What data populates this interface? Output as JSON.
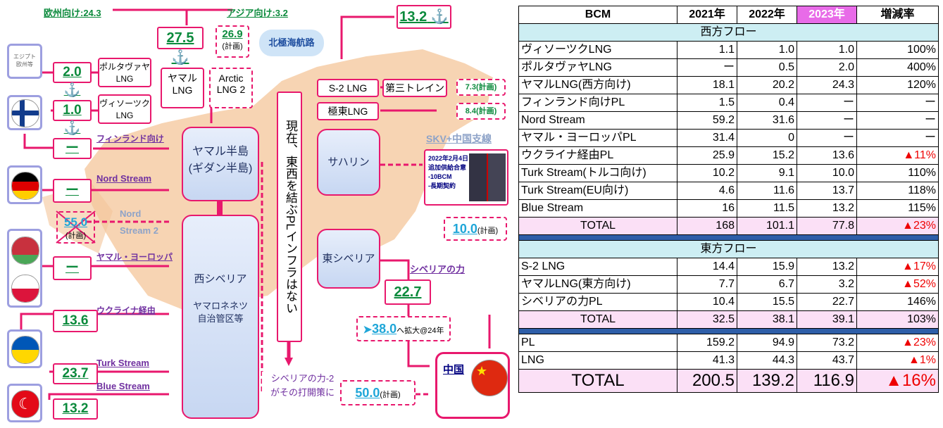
{
  "diagram": {
    "europe_label": "欧州向け:24.3",
    "asia_label": "アジア向け:3.2",
    "yamal_total": "27.5",
    "arctic_plan": "26.9",
    "plan_word": "(計画)",
    "northsea_route": "北極海航路",
    "yamal_lng": "ヤマル\nLNG",
    "arctic_lng2": "Arctic\nLNG 2",
    "egypt_label": "エジプト\n欧州等",
    "portovaya_val": "2.0",
    "portovaya_lng": "ポルタヴァヤ\nLNG",
    "vysotsk_val": "1.0",
    "vysotsk_lng": "ヴィソーツク\nLNG",
    "finland_label": "フィンランド向け",
    "finland_val": "ー",
    "nordstream_label": "Nord Stream",
    "nordstream_val": "ー",
    "nord2_label": "Nord\nStream 2",
    "nord2_val": "55.0",
    "yamal_europe_label": "ヤマル・ヨーロッパ",
    "yamal_europe_val": "ー",
    "ukraine_label": "ウクライナ経由",
    "ukraine_val": "13.6",
    "turk_label": "Turk Stream",
    "turk_val": "23.7",
    "blue_label": "Blue Stream",
    "blue_val": "13.2",
    "yamal_peninsula": "ヤマル半島\n(ギダン半島)",
    "west_siberia": "西シベリア",
    "west_siberia_sub": "ヤマロネネツ\n自治管区等",
    "vertical_note": "現在、東西を結ぶPLインフラはない",
    "power_siberia2": "シベリアの力-2\nがその打開策に",
    "ps2_val": "50.0",
    "s2_total": "13.2",
    "s2_lng": "S-2 LNG",
    "far_east_lng": "極東LNG",
    "third_train": "第三トレイン",
    "third_train_plan": "7.3(計画)",
    "far_east_plan": "8.4(計画)",
    "sakhalin": "サハリン",
    "skv_label": "SKV+中国支線",
    "agreement": "2022年2月4日\n追加供給合意\n-10BCM\n-長期契約",
    "skv_val": "10.0",
    "east_siberia": "東シベリア",
    "power_siberia": "シベリアの力",
    "ps_val": "22.7",
    "ps_expand_val": "38.0",
    "ps_expand_note": "へ拡大@24年",
    "china": "中国"
  },
  "table": {
    "headers": [
      "BCM",
      "2021年",
      "2022年",
      "2023年",
      "増減率"
    ],
    "west_title": "西方フロー",
    "west_rows": [
      [
        "ヴィソーツクLNG",
        "1.1",
        "1.0",
        "1.0",
        "100%"
      ],
      [
        "ポルタヴァヤLNG",
        "ー",
        "0.5",
        "2.0",
        "400%"
      ],
      [
        "ヤマルLNG(西方向け)",
        "18.1",
        "20.2",
        "24.3",
        "120%"
      ],
      [
        "フィンランド向けPL",
        "1.5",
        "0.4",
        "ー",
        "ー"
      ],
      [
        "Nord Stream",
        "59.2",
        "31.6",
        "ー",
        "ー"
      ],
      [
        "ヤマル・ヨーロッパPL",
        "31.4",
        "0",
        "ー",
        "ー"
      ],
      [
        "ウクライナ経由PL",
        "25.9",
        "15.2",
        "13.6",
        "▲11%"
      ],
      [
        "Turk Stream(トルコ向け)",
        "10.2",
        "9.1",
        "10.0",
        "110%"
      ],
      [
        "Turk Stream(EU向け)",
        "4.6",
        "11.6",
        "13.7",
        "118%"
      ],
      [
        "Blue Stream",
        "16",
        "11.5",
        "13.2",
        "115%"
      ]
    ],
    "west_total": [
      "TOTAL",
      "168",
      "101.1",
      "77.8",
      "▲23%"
    ],
    "east_title": "東方フロー",
    "east_rows": [
      [
        "S-2 LNG",
        "14.4",
        "15.9",
        "13.2",
        "▲17%"
      ],
      [
        "ヤマルLNG(東方向け)",
        "7.7",
        "6.7",
        "3.2",
        "▲52%"
      ],
      [
        "シベリアの力PL",
        "10.4",
        "15.5",
        "22.7",
        "146%"
      ]
    ],
    "east_total": [
      "TOTAL",
      "32.5",
      "38.1",
      "39.1",
      "103%"
    ],
    "sum_rows": [
      [
        "PL",
        "159.2",
        "94.9",
        "73.2",
        "▲23%"
      ],
      [
        "LNG",
        "41.3",
        "44.3",
        "43.7",
        "▲1%"
      ]
    ],
    "grand_total": [
      "TOTAL",
      "200.5",
      "139.2",
      "116.9",
      "▲16%"
    ]
  },
  "colors": {
    "accent": "#e8186d",
    "green": "#0b8a3c",
    "blue": "#1fa6d8",
    "purple": "#7030a0",
    "header2023": "#e86be8"
  }
}
